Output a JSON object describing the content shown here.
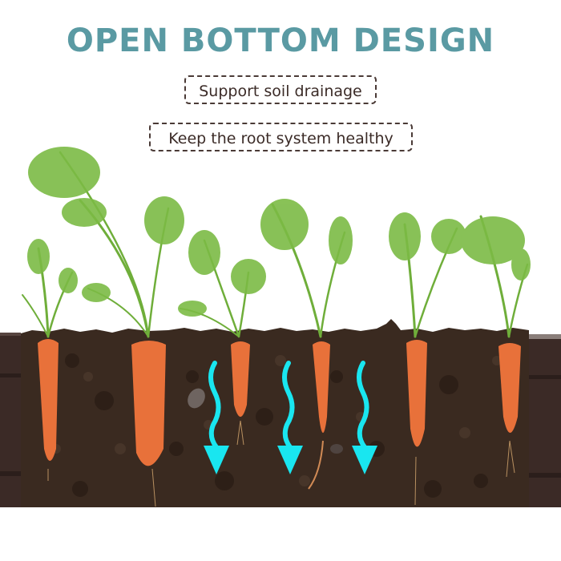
{
  "header": {
    "title": "OPEN BOTTOM DESIGN",
    "title_color": "#5a9aa3"
  },
  "features": [
    {
      "label": "Support soil drainage"
    },
    {
      "label": "Keep the root system healthy"
    }
  ],
  "illustration": {
    "subject": "carrots-growing-in-soil-cross-section",
    "carrot_count": 6,
    "arrow_count": 3,
    "arrow_color": "#19e6f0",
    "soil_color": "#3a2a20",
    "bed_wall_color": "#3b2a26",
    "carrot_color": "#e8713a",
    "foliage_color": "#6fae3a"
  }
}
